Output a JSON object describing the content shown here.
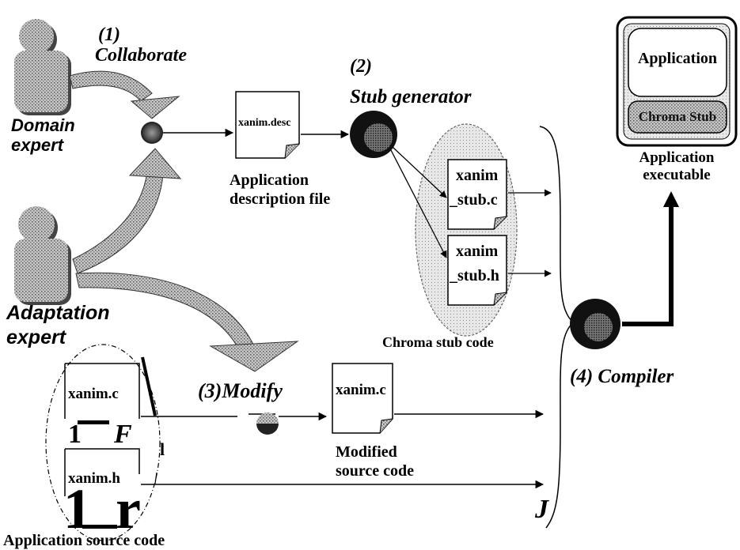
{
  "steps": {
    "collaborate_num": "(1)",
    "collaborate": "Collaborate",
    "stub_generator_num": "(2)",
    "stub_generator": "Stub generator",
    "modify": "(3)Modify",
    "compiler": "(4) Compiler"
  },
  "actors": {
    "domain_line1": "Domain",
    "domain_line2": "expert",
    "adaptation_line1": "Adaptation",
    "adaptation_line2": "expert"
  },
  "files": {
    "desc_file": "xanim.desc",
    "desc_caption_line1": "Application",
    "desc_caption_line2": "description file",
    "stub_c_line1": "xanim",
    "stub_c_line2": "_stub.c",
    "stub_h_line1": "xanim",
    "stub_h_line2": "_stub.h",
    "stub_caption": "Chroma stub code",
    "src_c": "xanim.c",
    "src_h": "xanim.h",
    "modified_c": "xanim.c",
    "modified_caption_line1": "Modified",
    "modified_caption_line2": "source code",
    "source_caption": "Application source code"
  },
  "output": {
    "application": "Application",
    "chroma_stub": "Chroma Stub",
    "caption_line1": "Application",
    "caption_line2": "executable"
  },
  "artifacts": {
    "mark_1a": "1",
    "mark_F": "F",
    "mark_l": "l",
    "mark_1b": "1",
    "mark_r": "r",
    "mark_J": "J",
    "mark_backslash": "\\"
  }
}
